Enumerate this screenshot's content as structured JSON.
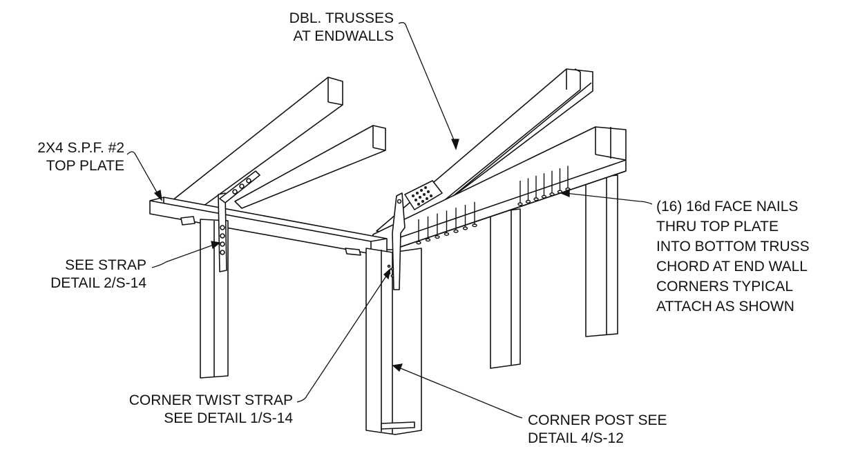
{
  "callouts": {
    "trusses": [
      "DBL. TRUSSES",
      "AT ENDWALLS"
    ],
    "top_plate": [
      "2X4 S.P.F. #2",
      "TOP PLATE"
    ],
    "strap": [
      "SEE STRAP",
      "DETAIL 2/S-14"
    ],
    "twist_strap": [
      "CORNER TWIST STRAP",
      "SEE DETAIL 1/S-14"
    ],
    "corner_post": [
      "CORNER POST SEE",
      "DETAIL 4/S-12"
    ],
    "face_nails": [
      "(16) 16d FACE NAILS",
      "THRU TOP PLATE",
      "INTO BOTTOM TRUSS",
      "CHORD AT END WALL",
      "CORNERS TYPICAL",
      "ATTACH AS SHOWN"
    ]
  }
}
